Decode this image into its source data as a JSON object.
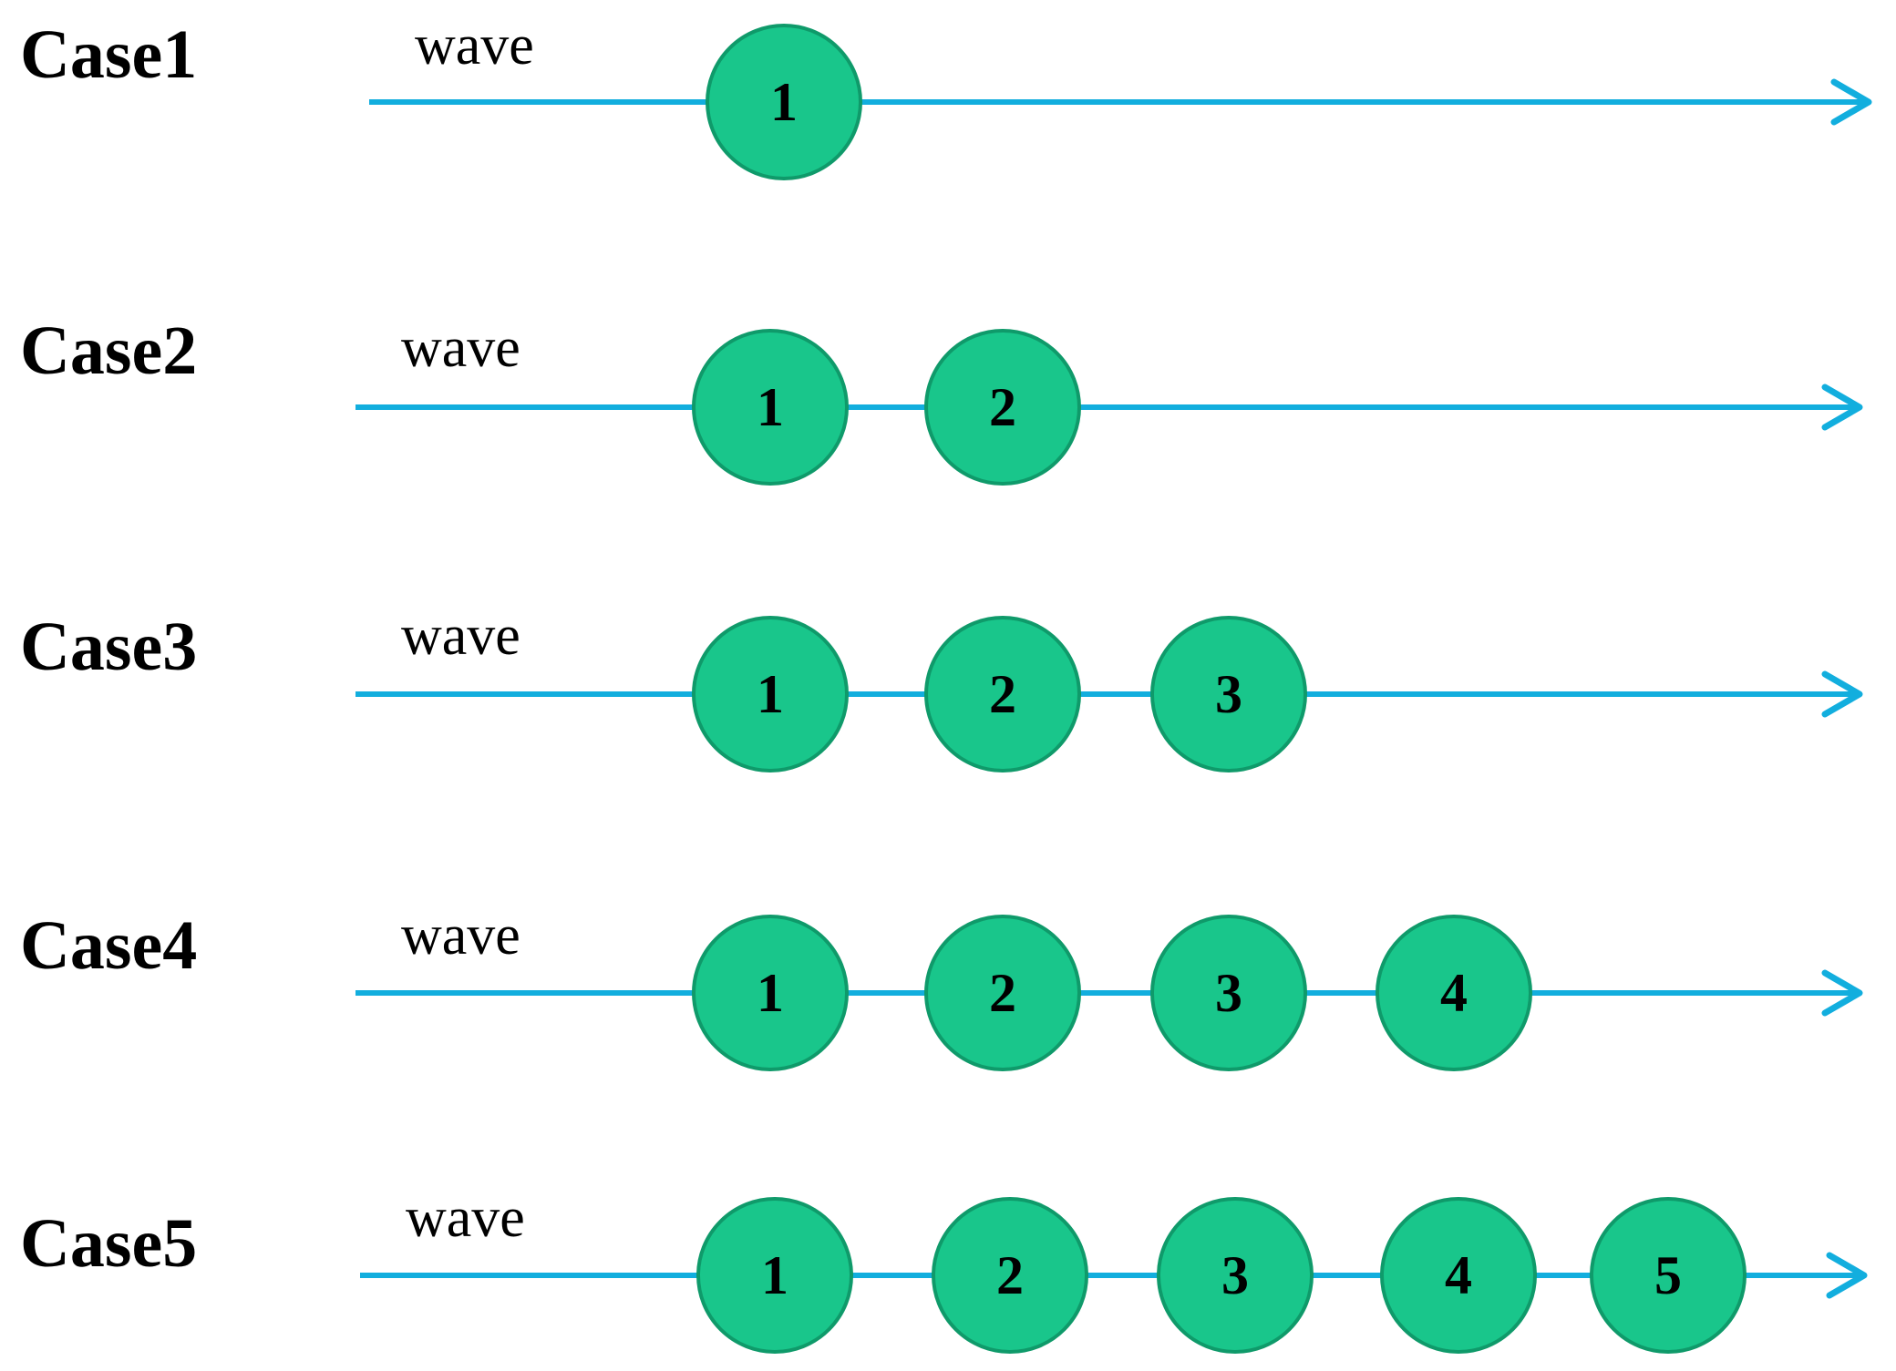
{
  "colors": {
    "line": "#12aede",
    "node_fill": "#19c68b",
    "node_stroke": "#0f9a6a",
    "text": "#000000"
  },
  "cases": [
    {
      "label": "Case1",
      "wave_label": "wave",
      "nodes": [
        "1"
      ]
    },
    {
      "label": "Case2",
      "wave_label": "wave",
      "nodes": [
        "1",
        "2"
      ]
    },
    {
      "label": "Case3",
      "wave_label": "wave",
      "nodes": [
        "1",
        "2",
        "3"
      ]
    },
    {
      "label": "Case4",
      "wave_label": "wave",
      "nodes": [
        "1",
        "2",
        "3",
        "4"
      ]
    },
    {
      "label": "Case5",
      "wave_label": "wave",
      "nodes": [
        "1",
        "2",
        "3",
        "4",
        "5"
      ]
    }
  ]
}
